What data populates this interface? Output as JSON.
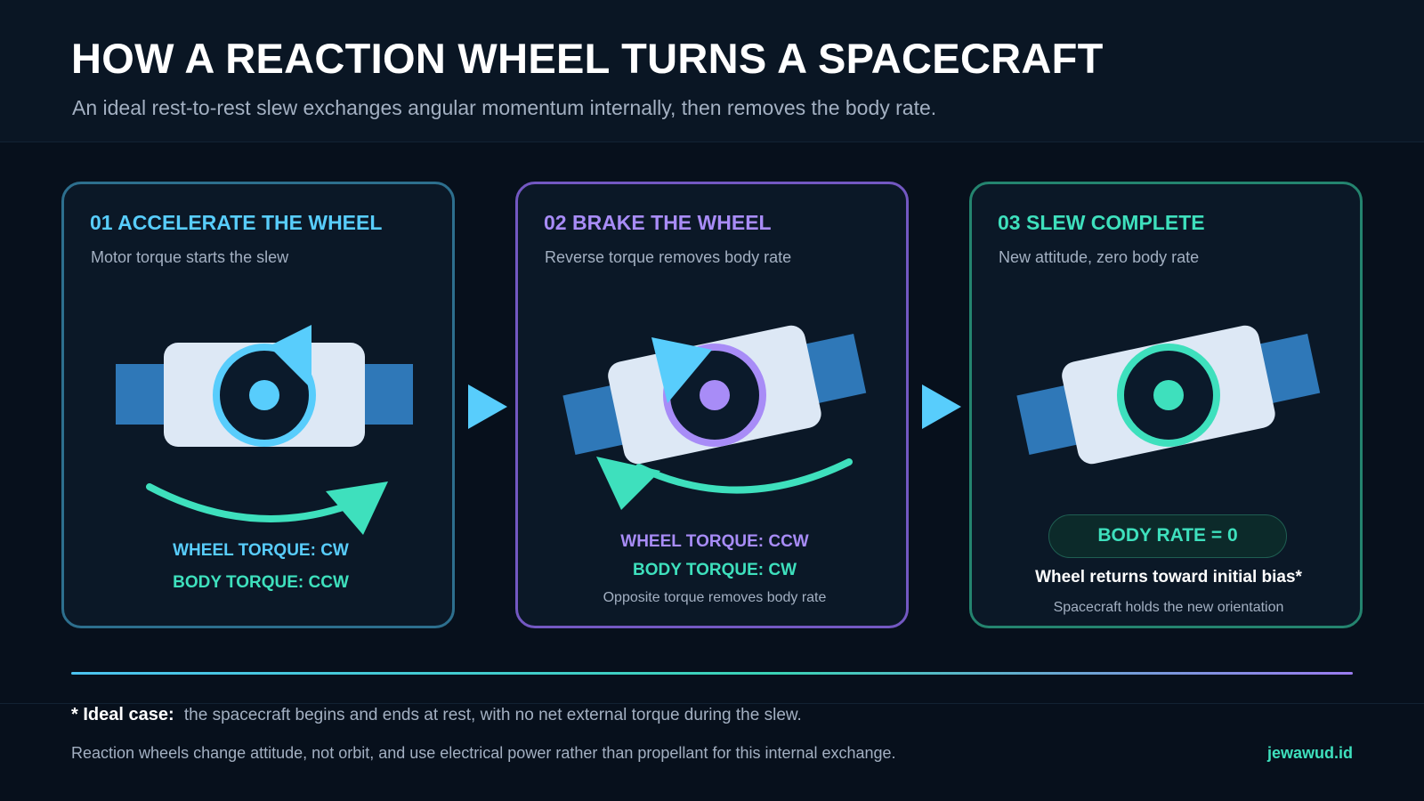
{
  "header": {
    "title": "HOW A REACTION WHEEL TURNS A SPACECRAFT",
    "subtitle": "An ideal rest-to-rest slew exchanges angular momentum internally, then removes the body rate."
  },
  "steps": [
    {
      "title": "01 ACCELERATE THE WHEEL",
      "subtitle": "Motor torque starts the slew",
      "wheel_torque": "WHEEL TORQUE: CW",
      "body_torque": "BODY TORQUE: CCW",
      "color": "#58cdfc"
    },
    {
      "title": "02 BRAKE THE WHEEL",
      "subtitle": "Reverse torque removes body rate",
      "wheel_torque": "WHEEL TORQUE: CCW",
      "body_torque": "BODY TORQUE: CW",
      "note": "Opposite torque removes body rate",
      "color": "#a88cf7"
    },
    {
      "title": "03 SLEW COMPLETE",
      "subtitle": "New attitude, zero body rate",
      "badge": "BODY RATE = 0",
      "bold_note": "Wheel returns toward initial bias*",
      "note": "Spacecraft holds the new orientation",
      "color": "#3ee0bd"
    }
  ],
  "footer": {
    "ideal_label": "* Ideal case:",
    "ideal_text": "the spacecraft begins and ends at rest, with no net external torque during the slew.",
    "note": "Reaction wheels change attitude, not orbit, and use electrical power rather than propellant for this internal exchange.",
    "brand": "jewawud.id"
  },
  "colors": {
    "background": "#07101c",
    "cyan": "#58cdfc",
    "purple": "#a88cf7",
    "teal": "#3ee0bd",
    "panel_solar": "#2f78b8",
    "body": "#dde8f5"
  },
  "icons": [
    "flow-arrow-icon",
    "rotation-arrow-icon",
    "spacecraft-icon"
  ]
}
